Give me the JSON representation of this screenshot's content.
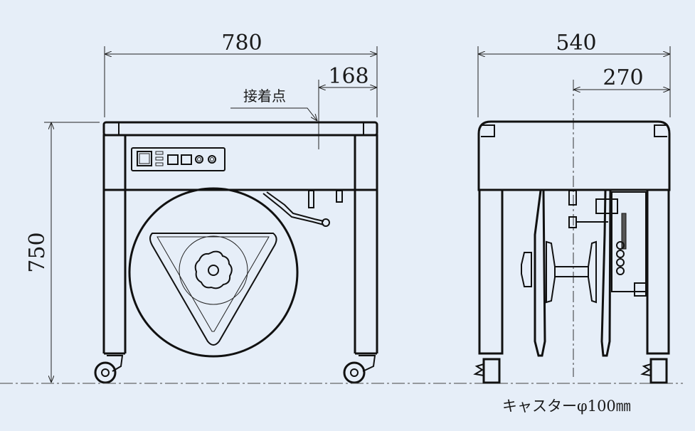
{
  "front_view": {
    "width_dim": "780",
    "offset_dim": "168",
    "glue_point_label": "接着点",
    "height_dim": "750"
  },
  "side_view": {
    "depth_dim": "540",
    "center_dim": "270",
    "caster_note": "キャスターφ100㎜"
  },
  "colors": {
    "background": "#e6eef8",
    "line": "#111111"
  }
}
